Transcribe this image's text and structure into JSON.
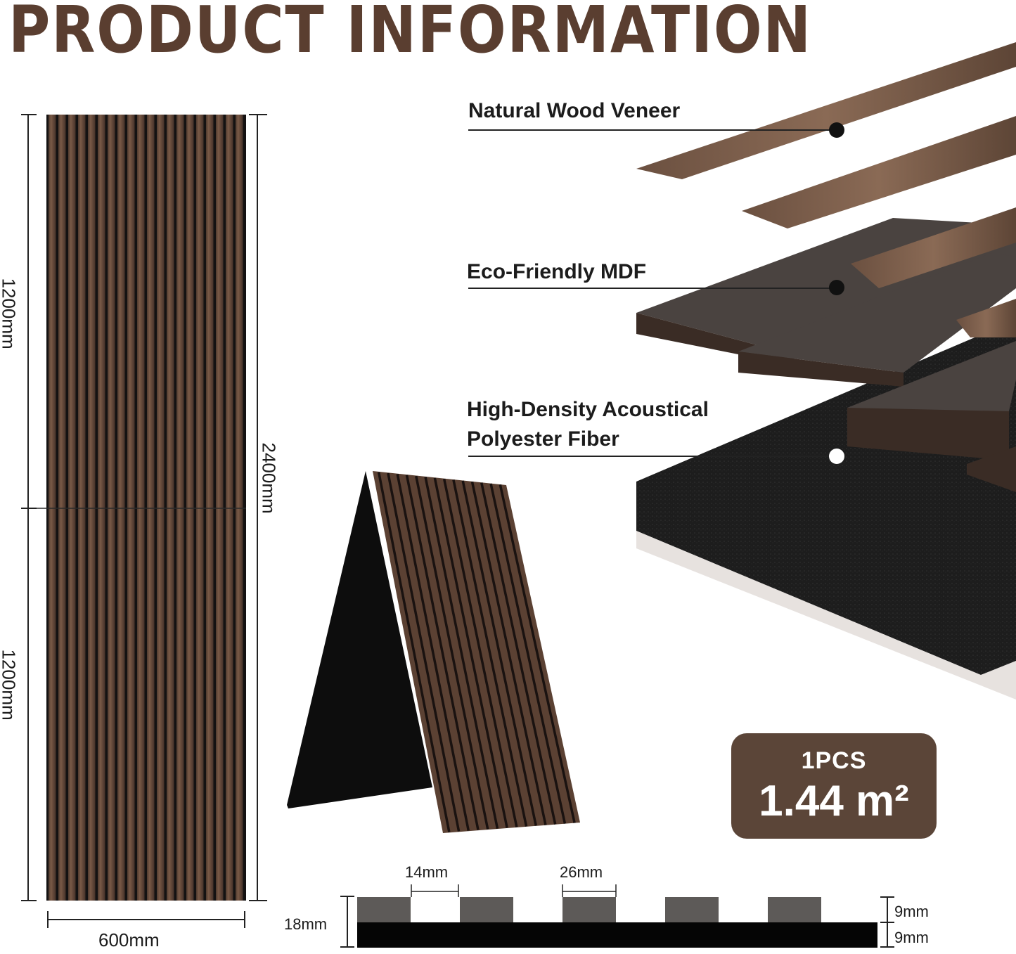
{
  "title": "PRODUCT INFORMATION",
  "dimensions": {
    "height_upper": "1200mm",
    "height_lower": "1200mm",
    "height_total": "2400mm",
    "width": "600mm"
  },
  "layers": {
    "veneer": "Natural Wood Veneer",
    "mdf": "Eco-Friendly MDF",
    "fiber_line1": "High-Density Acoustical",
    "fiber_line2": "Polyester Fiber"
  },
  "badge": {
    "quantity": "1PCS",
    "area": "1.44 m²"
  },
  "profile": {
    "gap": "14mm",
    "slat_width": "26mm",
    "total_thickness": "18mm",
    "slat_thickness": "9mm",
    "felt_thickness": "9mm"
  },
  "colors": {
    "title_brown": "#5a3e30",
    "wood": "#5e4436",
    "badge_bg": "#5b4538",
    "mdf": "#4a4340",
    "felt": "#1a1a1a"
  }
}
